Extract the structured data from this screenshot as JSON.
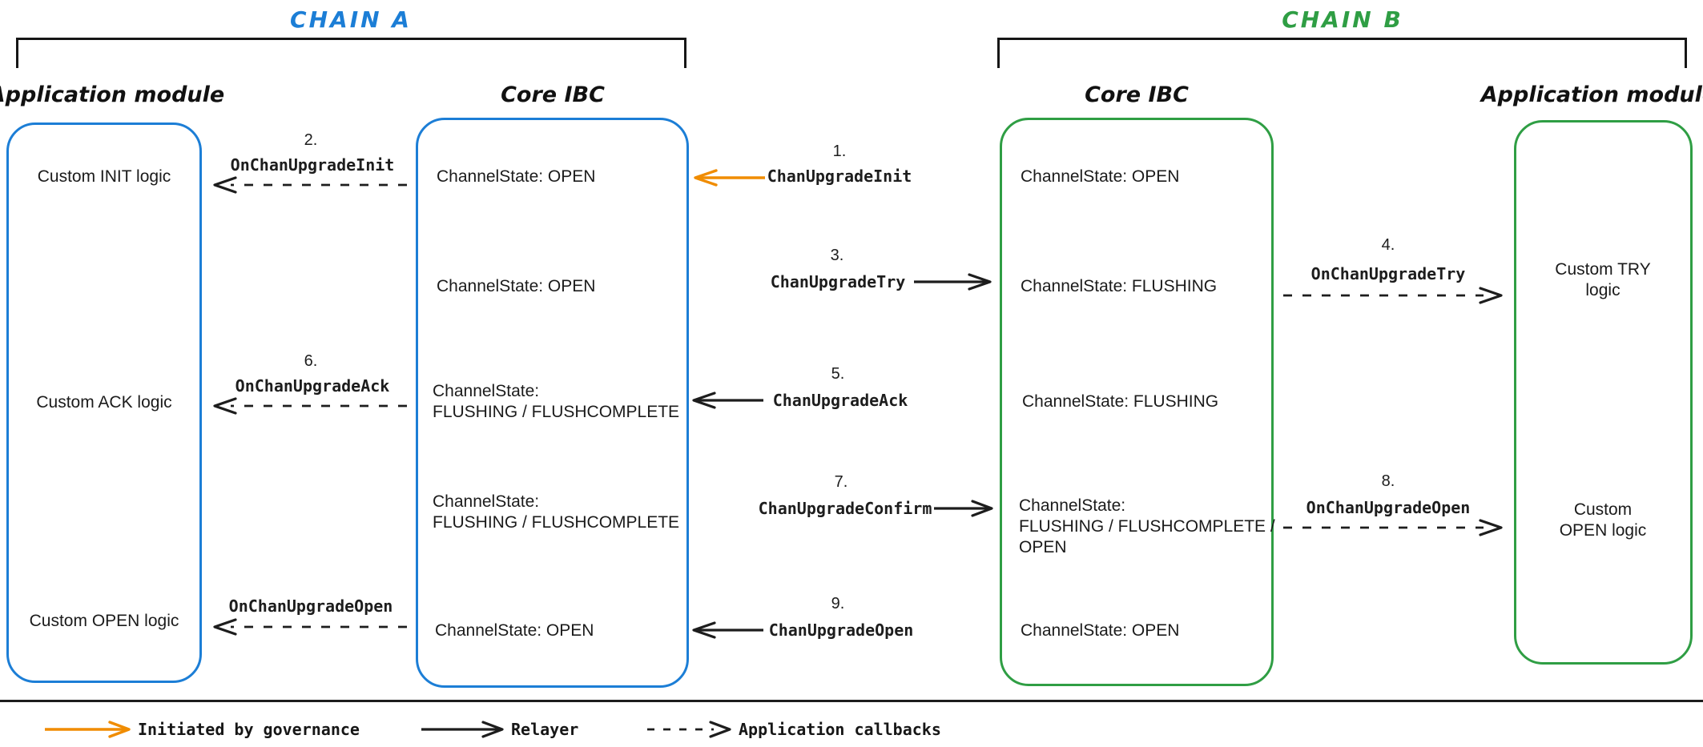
{
  "colors": {
    "chain_a_accent": "#1c7ed6",
    "chain_b_accent": "#2f9e44",
    "governance_arrow": "#f08c00",
    "line_black": "#1d1d1d"
  },
  "chain_a": {
    "title": "CHAIN A"
  },
  "chain_b": {
    "title": "CHAIN B"
  },
  "headers": {
    "app_a": "Application module",
    "core_a": "Core IBC",
    "core_b": "Core IBC",
    "app_b": "Application module"
  },
  "boxes": {
    "app_a": {
      "rows": [
        "Custom INIT logic",
        "Custom ACK logic",
        "Custom OPEN logic"
      ]
    },
    "core_a": {
      "rows": [
        "ChannelState: OPEN",
        "ChannelState: OPEN",
        "ChannelState:\nFLUSHING / FLUSHCOMPLETE",
        "ChannelState:\nFLUSHING / FLUSHCOMPLETE",
        "ChannelState: OPEN"
      ]
    },
    "core_b": {
      "rows": [
        "ChannelState: OPEN",
        "ChannelState: FLUSHING",
        "ChannelState: FLUSHING",
        "ChannelState:\nFLUSHING / FLUSHCOMPLETE /\nOPEN",
        "ChannelState: OPEN"
      ]
    },
    "app_b": {
      "rows": [
        "Custom TRY logic",
        "Custom OPEN logic"
      ]
    }
  },
  "messages": {
    "m1": {
      "num": "1.",
      "label": "ChanUpgradeInit"
    },
    "m2": {
      "num": "2.",
      "label": "OnChanUpgradeInit"
    },
    "m3": {
      "num": "3.",
      "label": "ChanUpgradeTry"
    },
    "m4": {
      "num": "4.",
      "label": "OnChanUpgradeTry"
    },
    "m5": {
      "num": "5.",
      "label": "ChanUpgradeAck"
    },
    "m6": {
      "num": "6.",
      "label": "OnChanUpgradeAck"
    },
    "m7": {
      "num": "7.",
      "label": "ChanUpgradeConfirm"
    },
    "m8": {
      "num": "8.",
      "label": "OnChanUpgradeOpen"
    },
    "m9": {
      "num": "9.",
      "label": "ChanUpgradeOpen"
    },
    "open_a": {
      "label": "OnChanUpgradeOpen"
    }
  },
  "legend": {
    "governance": "Initiated by governance",
    "relayer": "Relayer",
    "callbacks": "Application callbacks"
  }
}
